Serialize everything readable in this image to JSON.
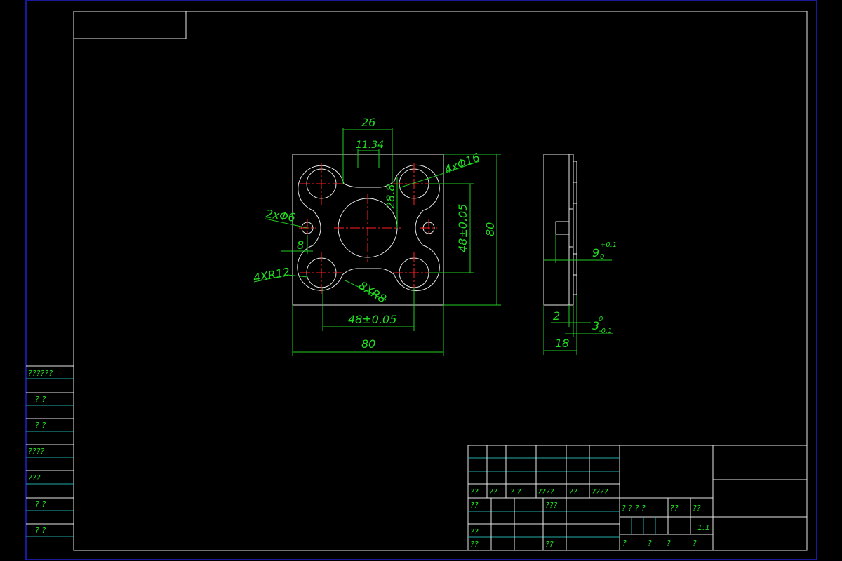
{
  "front_view_dims": {
    "top_width": "26",
    "top_inner": "11.34",
    "hole_spec": "4xΦ16",
    "center_dim": "28.8",
    "pin_holes": "2xΦ6",
    "pin_offset": "8",
    "vert_pitch": "48±0.05",
    "overall_height": "80",
    "corner_radius": "4XR12",
    "fillet_radius": "8XR8",
    "horiz_pitch": "48±0.05",
    "overall_width": "80"
  },
  "side_view_dims": {
    "groove_depth": "9",
    "groove_tol_upper": "+0.1",
    "groove_tol_lower": "0",
    "step_width": "2",
    "recess_depth": "3",
    "recess_tol_upper": "0",
    "recess_tol_lower": "-0.1",
    "overall_thickness": "18"
  },
  "left_column_labels": [
    "??????",
    "?  ?",
    "?  ?",
    "????",
    "???",
    "?  ?",
    "?  ?"
  ],
  "title_block": {
    "row_labels": [
      "??",
      "??",
      "? ?",
      "????",
      "??",
      "????"
    ],
    "left_labels": [
      "??",
      "??",
      "??"
    ],
    "mid_labels": [
      "???",
      "??"
    ],
    "right_header": [
      "? ? ? ?",
      "??",
      "??"
    ],
    "scale": "1:1",
    "bottom_labels": [
      "?",
      "?",
      "?",
      "?"
    ]
  }
}
